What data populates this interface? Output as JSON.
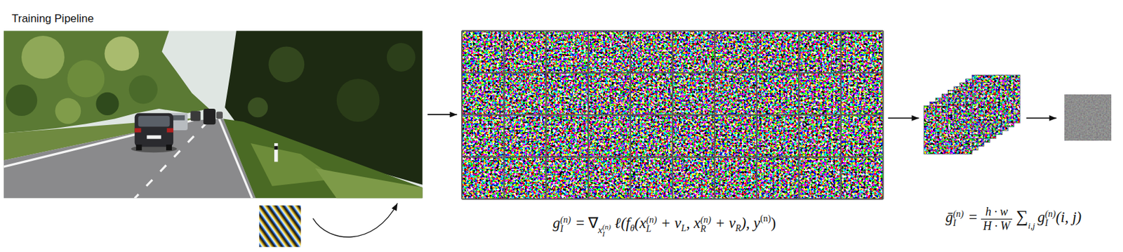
{
  "diagram": {
    "title": "Training Pipeline",
    "labels": [
      "g",
      "(n)",
      "I",
      "= ∇",
      "x",
      "(n)",
      "I",
      "ℓ(f",
      "θ",
      "(x",
      "(n)",
      "L",
      "+ v",
      "L",
      ", x",
      "(n)",
      "R",
      "+ v",
      "R",
      "), y",
      "(n)",
      ")",
      "ḡ",
      "(n)",
      "I",
      "=",
      "h · w",
      "H · W",
      "∑",
      "i,j",
      "g",
      "(n)",
      "I",
      "(i, j)"
    ]
  }
}
